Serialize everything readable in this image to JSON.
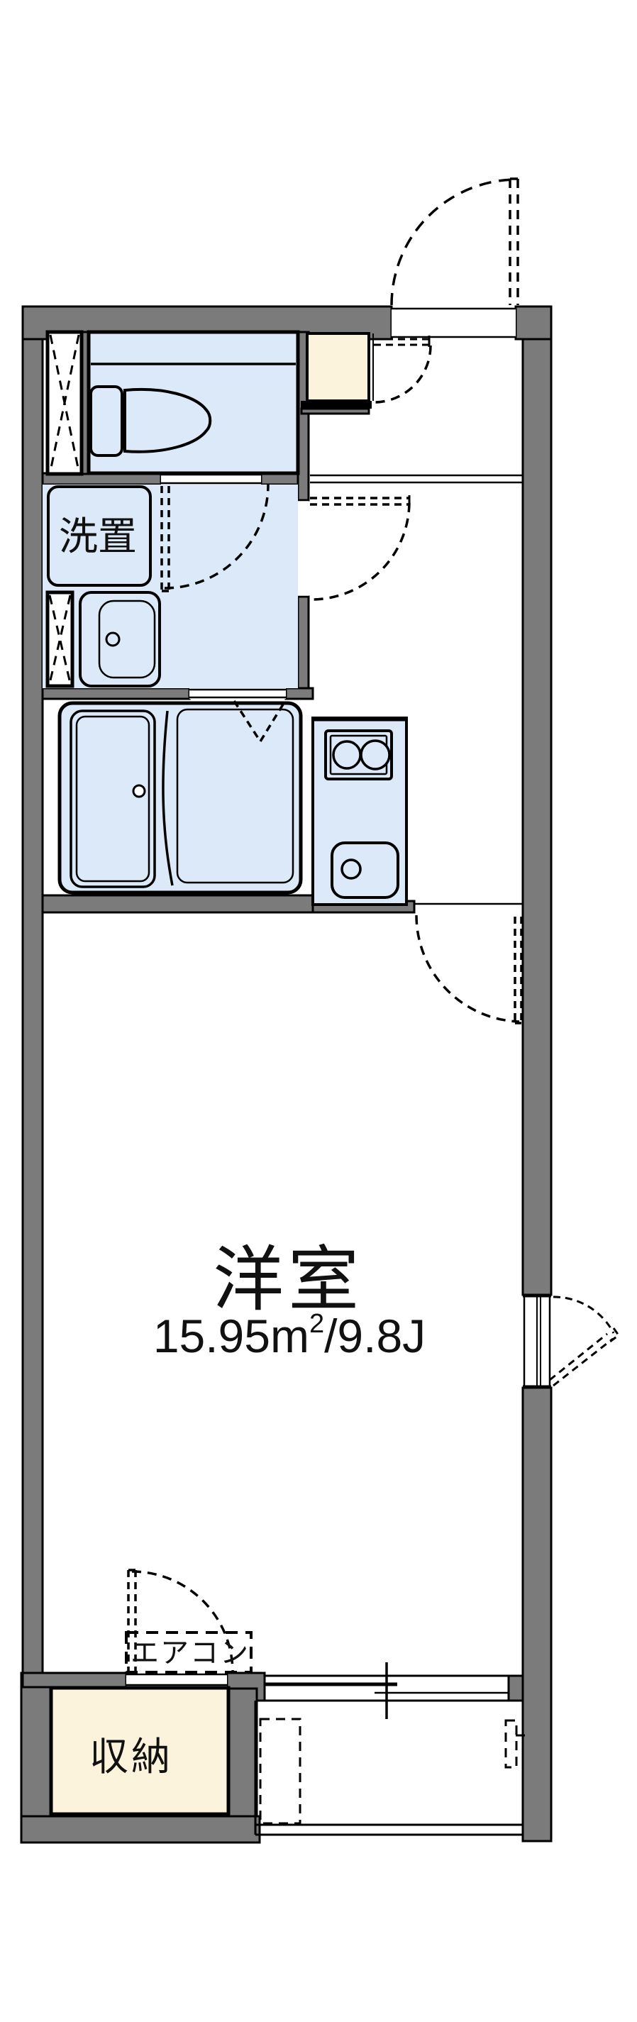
{
  "document": {
    "type": "japanese-apartment-floor-plan"
  },
  "colors": {
    "wall": "#7b7b7b",
    "fixture": "#dbe9f8",
    "storage": "#fcf3dc",
    "white": "#ffffff",
    "line": "#000000"
  },
  "rooms": {
    "laundry": {
      "label": "洗置"
    },
    "main_room": {
      "label": "洋室",
      "area": "15.95㎡/9.8J",
      "area_main": "15.95m",
      "area_sup": "2",
      "area_rest": "/9.8J"
    },
    "aircon": {
      "label": "エアコン"
    },
    "storage": {
      "label": "収納"
    }
  }
}
